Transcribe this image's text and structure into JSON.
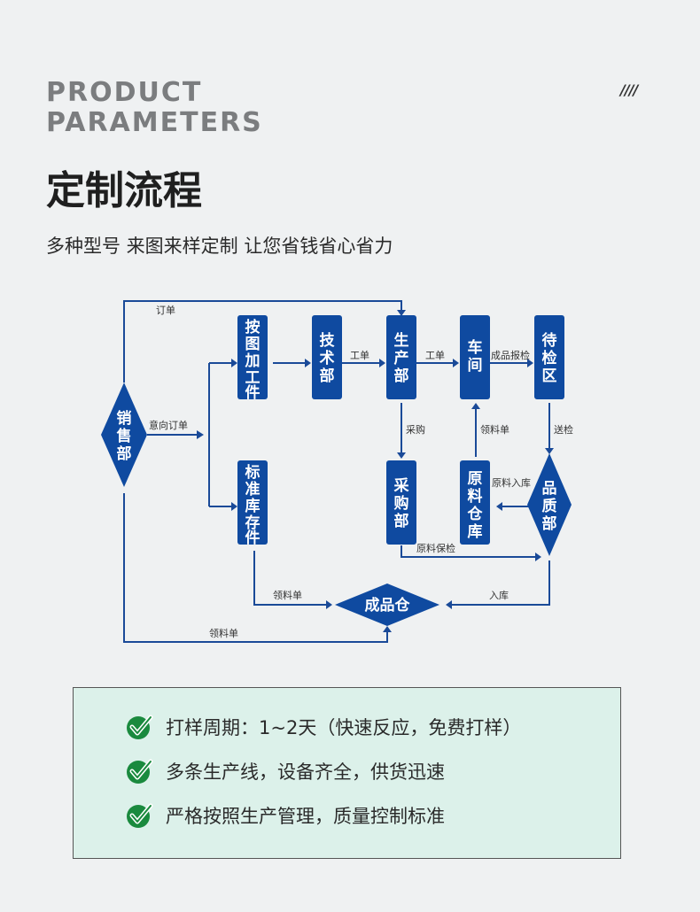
{
  "header": {
    "title_en_line1": "PRODUCT",
    "title_en_line2": "PARAMETERS",
    "decoration": "////",
    "title_cn": "定制流程",
    "subtitle_cn": "多种型号 来图来样定制 让您省钱省心省力"
  },
  "flowchart": {
    "nodes": {
      "sales": "销售部",
      "drawing": "按图加工件",
      "tech": "技术部",
      "production": "生产部",
      "workshop": "车间",
      "inspection_area": "待检区",
      "standard_stock": "标准库存件",
      "purchasing": "采购部",
      "raw_warehouse": "原料仓库",
      "quality": "品质部",
      "finished_warehouse": "成品仓"
    },
    "edges": {
      "order": "订单",
      "intent_order": "意向订单",
      "work_order_1": "工单",
      "work_order_2": "工单",
      "finished_report": "成品报检",
      "purchase": "采购",
      "material_slip_1": "领料单",
      "send_inspect": "送检",
      "raw_in": "原料入库",
      "raw_qc": "原料保检",
      "material_slip_2": "领料单",
      "warehouse_in": "入库",
      "material_slip_3": "领料单"
    }
  },
  "features": {
    "items": [
      "打样周期：1~2天（快速反应，免费打样）",
      "多条生产线，设备齐全，供货迅速",
      "严格按照生产管理，质量控制标准"
    ],
    "icon": "check-circle-icon",
    "icon_color": "#1a8a3e"
  },
  "colors": {
    "node_fill": "#0f4aa0",
    "line": "#1a4a98",
    "panel_bg": "#dcf1ea"
  }
}
